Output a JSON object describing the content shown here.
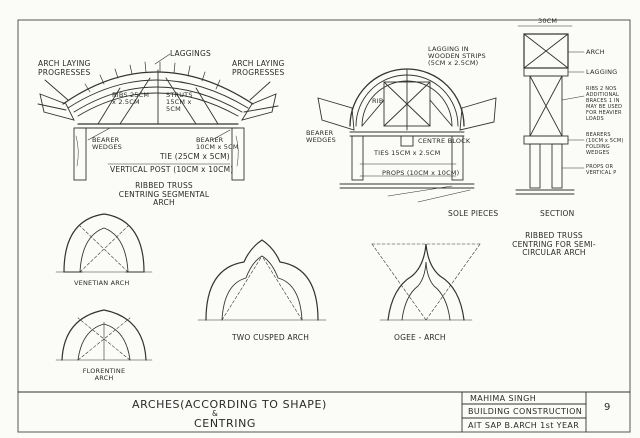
{
  "segmental": {
    "arch_laying_left": "ARCH LAYING PROGRESSES",
    "laggings": "LAGGINGS",
    "arch_laying_right": "ARCH LAYING PROGRESSES",
    "ribs": "RIBS 25CM x 2.5CM",
    "struts": "STRUTS 15CM x 5CM",
    "bearer_left": "BEARER WEDGES",
    "bearer_right": "BEARER 10CM x 5CM",
    "tie": "TIE (25CM x 5CM)",
    "vertical_post": "VERTICAL POST (10CM x 10CM)",
    "caption": "RIBBED TRUSS CENTRING SEGMENTAL ARCH"
  },
  "semicircular": {
    "lagging": "LAGGING IN WOODEN STRIPS (5CM x 2.5CM)",
    "rib": "RIB",
    "bearer_wedges": "BEARER WEDGES",
    "centre_block": "CENTRE BLOCK",
    "ties": "TIES 15CM x 2.5CM",
    "props": "PROPS (10CM x 10CM)",
    "sole_pieces": "SOLE PIECES",
    "section": "SECTION",
    "caption": "RIBBED TRUSS CENTRING FOR SEMI-CIRCULAR ARCH"
  },
  "section": {
    "dim": "30CM",
    "arch": "ARCH",
    "lagging": "LAGGING",
    "ribs_note": "RIBS 2 NOS ADDITIONAL BRACES 1 IN MAY BE USED FOR HEAVIER LOADS",
    "bearers": "BEARERS (10CM x 5CM) FOLDING WEDGES",
    "props": "PROPS OR VERTICAL P"
  },
  "shapes": {
    "venetian": "VENETIAN ARCH",
    "florentine": "FLORENTINE ARCH",
    "two_cusped": "TWO CUSPED ARCH",
    "ogee": "OGEE - ARCH"
  },
  "sheet": {
    "title_line1": "ARCHES(ACCORDING TO SHAPE)",
    "amp": "&",
    "title_line2": "CENTRING",
    "name": "MAHIMA SINGH",
    "subject": "BUILDING CONSTRUCTION",
    "college": "AIT SAP B.ARCH 1st YEAR",
    "sheet_no": "9"
  }
}
